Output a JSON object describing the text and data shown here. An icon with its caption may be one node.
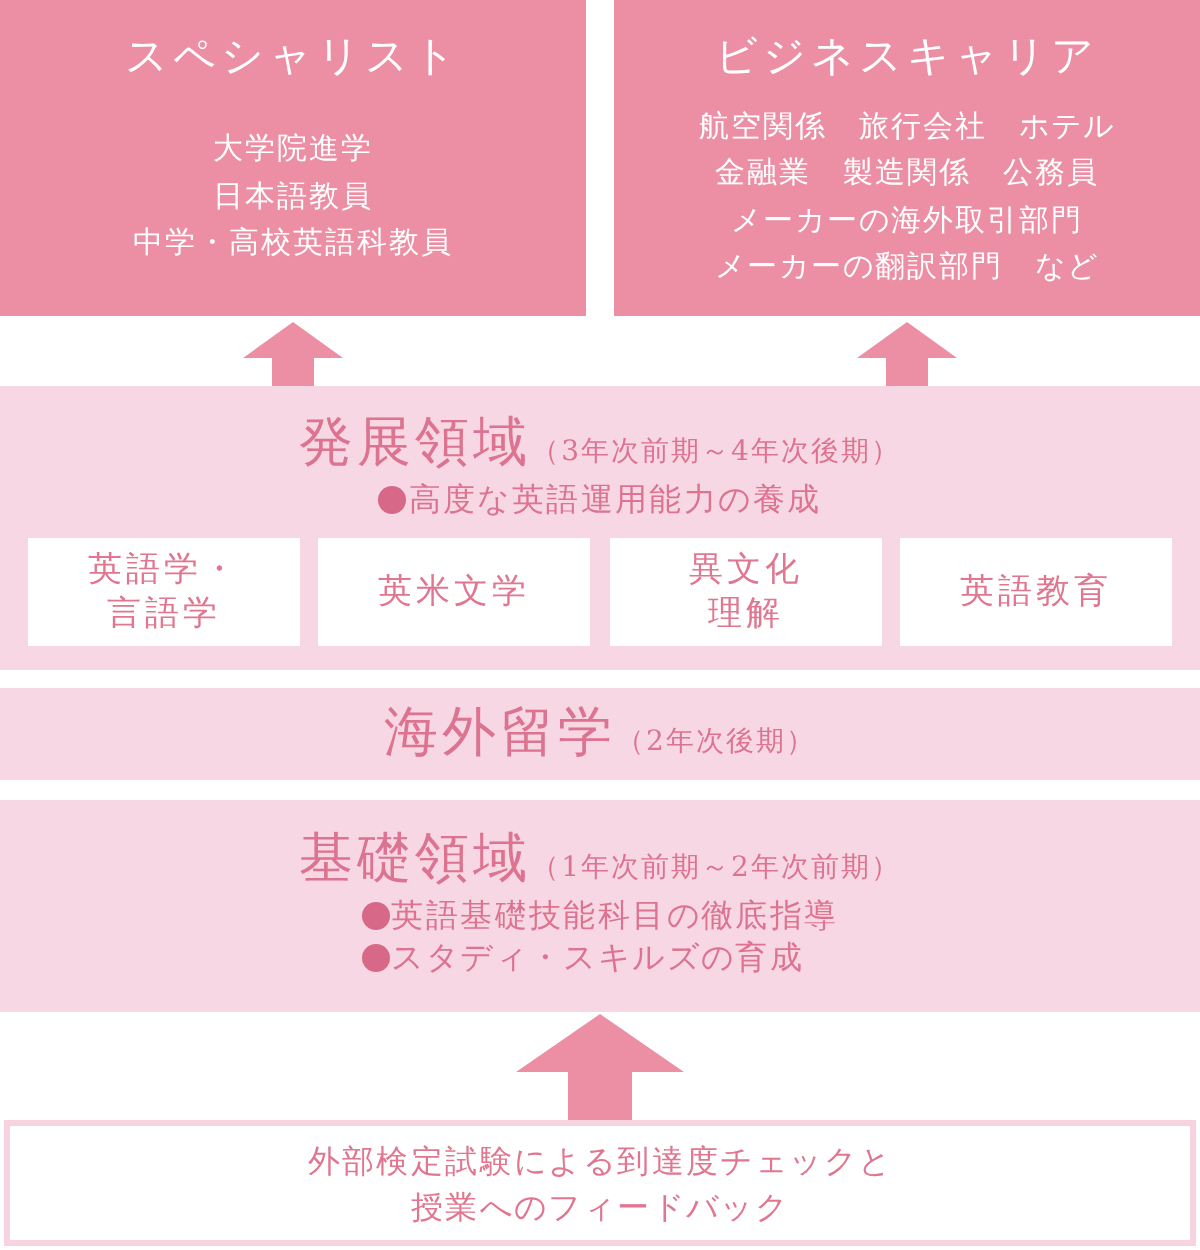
{
  "diagram": {
    "nodes": [
      {
        "text": [
          "スペシャリスト",
          "大学院進学",
          "日本語教員",
          "中学・高校英語科教員"
        ]
      },
      {
        "text": [
          "ビジネスキャリア",
          "航空関係　旅行会社　ホテル",
          "金融業　製造関係　公務員",
          "メーカーの海外取引部門",
          "メーカーの翻訳部門　など"
        ]
      },
      {
        "text": [
          "発展領域",
          "（3年次前期～4年次後期）",
          "高度な英語運用能力の養成"
        ]
      },
      {
        "text": [
          "英語学・言語学"
        ],
        "in": 2
      },
      {
        "text": [
          "英米文学"
        ],
        "in": 2
      },
      {
        "text": [
          "異文化理解"
        ],
        "in": 2
      },
      {
        "text": [
          "英語教育"
        ],
        "in": 2
      },
      {
        "text": [
          "海外留学",
          "（2年次後期）"
        ]
      },
      {
        "text": [
          "基礎領域",
          "（1年次前期～2年次前期）",
          "英語基礎技能科目の徹底指導",
          "スタディ・スキルズの育成"
        ]
      },
      {
        "text": [
          "外部検定試験による到達度チェックと授業へのフィードバック"
        ]
      }
    ],
    "edges": [
      {
        "from": 2,
        "to": 0,
        "arrow": "to",
        "style": "thick"
      },
      {
        "from": 2,
        "to": 1,
        "arrow": "to",
        "style": "thick"
      },
      {
        "from": 9,
        "to": 8,
        "arrow": "to",
        "style": "thick"
      }
    ]
  }
}
